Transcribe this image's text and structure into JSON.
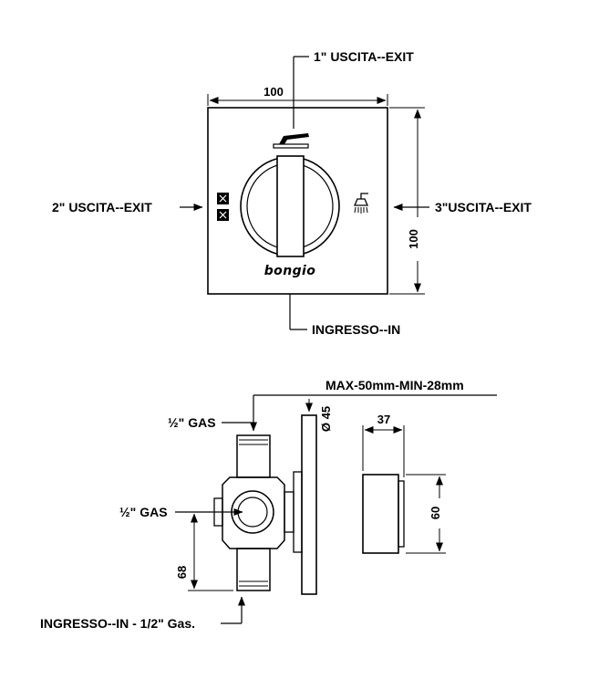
{
  "colors": {
    "ink": "#000000",
    "background": "#ffffff"
  },
  "top_view": {
    "outlet1_label": "1\" USCITA--EXIT",
    "outlet2_label": "2\" USCITA--EXIT",
    "outlet3_label": "3\"USCITA--EXIT",
    "inlet_label": "INGRESSO--IN",
    "width_dim": "100",
    "height_dim": "100",
    "brand": "bongio",
    "icons": [
      "lever-icon",
      "jet-icon",
      "jet-icon",
      "shower-head-icon"
    ]
  },
  "section_view": {
    "depth_range_label": "MAX-50mm-MIN-28mm",
    "top_port_label": "½\" GAS",
    "side_port_label": "½\" GAS",
    "flange_diameter_dim": "Ø 45",
    "handle_depth_dim": "37",
    "handle_height_dim": "60",
    "body_height_dim": "68",
    "inlet_label": "INGRESSO--IN - 1/2\" Gas."
  }
}
